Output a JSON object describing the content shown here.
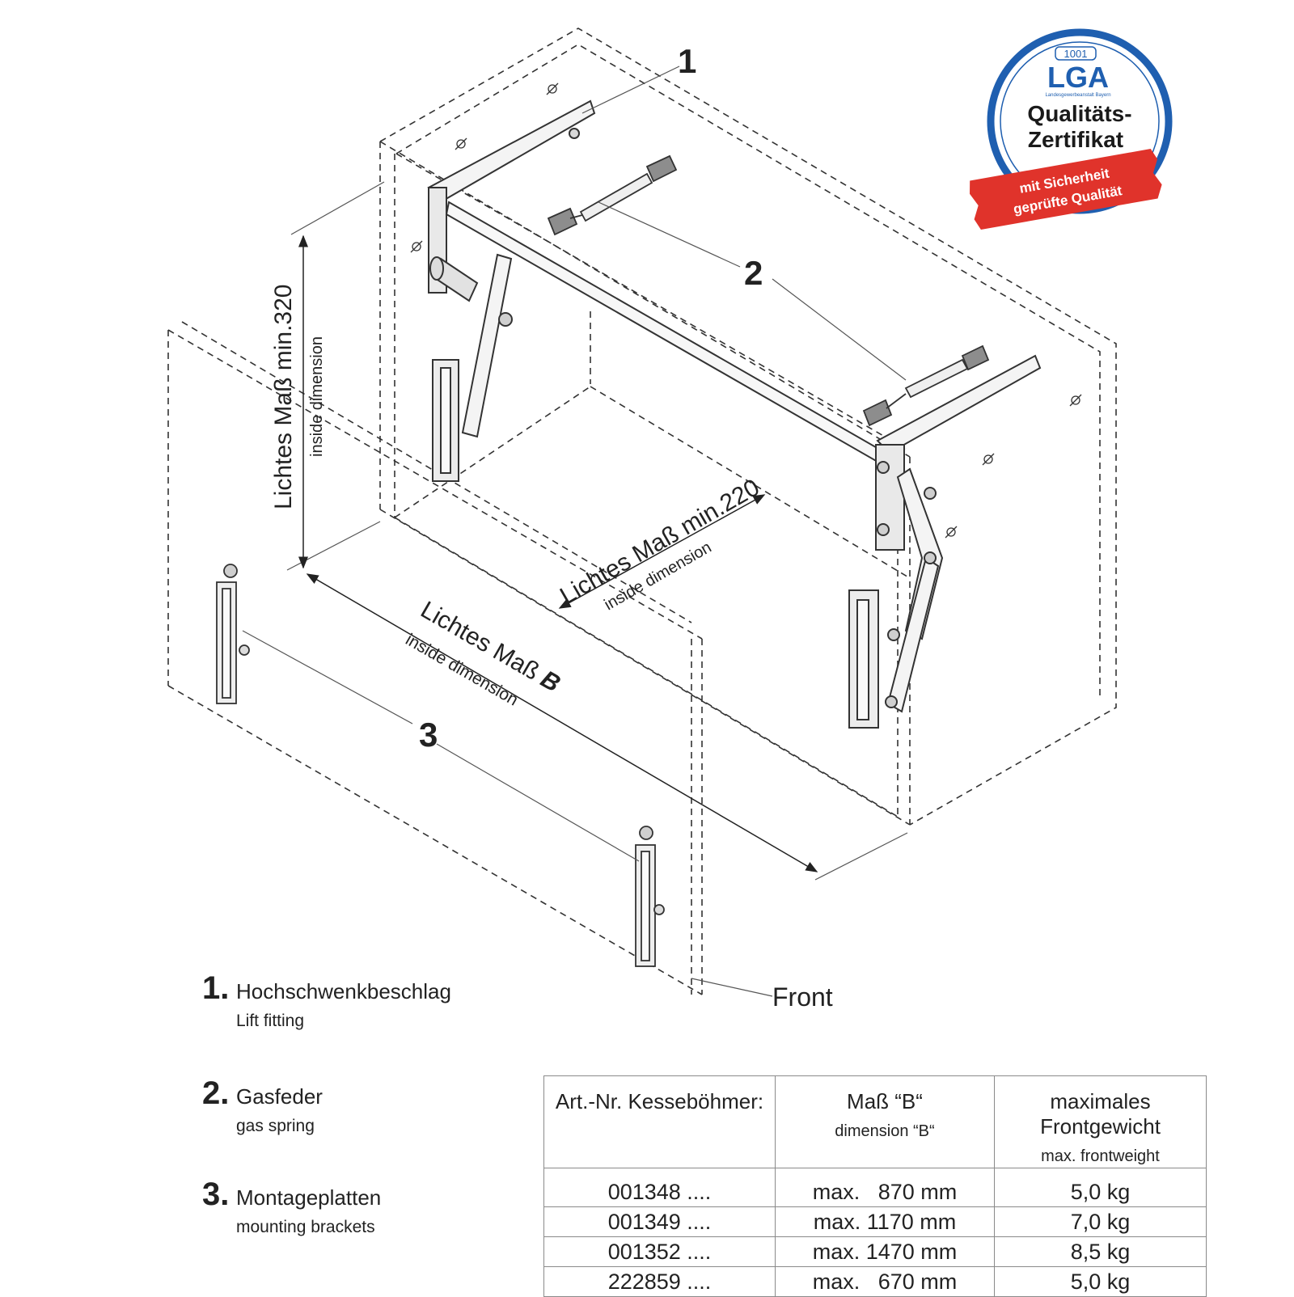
{
  "callouts": {
    "c1": "1",
    "c2": "2",
    "c3": "3",
    "front": "Front"
  },
  "dimensions": {
    "height": {
      "label": "Lichtes Maß min.320",
      "sub": "inside dimension"
    },
    "depth": {
      "label": "Lichtes Maß min.220",
      "sub": "inside dimension"
    },
    "width": {
      "label": "Lichtes Maß",
      "variable": "B",
      "sub": "inside dimension"
    }
  },
  "badge": {
    "number": "1001",
    "logo": "LGA",
    "org": "Landesgewerbeanstalt Bayern",
    "line1": "Qualitäts-",
    "line2": "Zertifikat",
    "ribbon1": "mit Sicherheit",
    "ribbon2": "geprüfte Qualität",
    "colors": {
      "ring": "#1f5fb0",
      "ribbon": "#e0332b"
    }
  },
  "legend": [
    {
      "num": "1.",
      "de": "Hochschwenkbeschlag",
      "en": "Lift fitting"
    },
    {
      "num": "2.",
      "de": "Gasfeder",
      "en": "gas spring"
    },
    {
      "num": "3.",
      "de": "Montageplatten",
      "en": "mounting brackets"
    }
  ],
  "table": {
    "headers": [
      {
        "main": "Art.-Nr. Kesseböhmer:",
        "sub": ""
      },
      {
        "main": "Maß “B“",
        "sub": "dimension “B“"
      },
      {
        "main": "maximales Frontgewicht",
        "sub": "max. frontweight"
      }
    ],
    "rows": [
      [
        "001348 ....",
        "max.   870 mm",
        "5,0 kg"
      ],
      [
        "001349 ....",
        "max. 1170 mm",
        "7,0 kg"
      ],
      [
        "001352 ....",
        "max. 1470 mm",
        "8,5 kg"
      ],
      [
        "222859 ....",
        "max.   670 mm",
        "5,0 kg"
      ]
    ]
  }
}
